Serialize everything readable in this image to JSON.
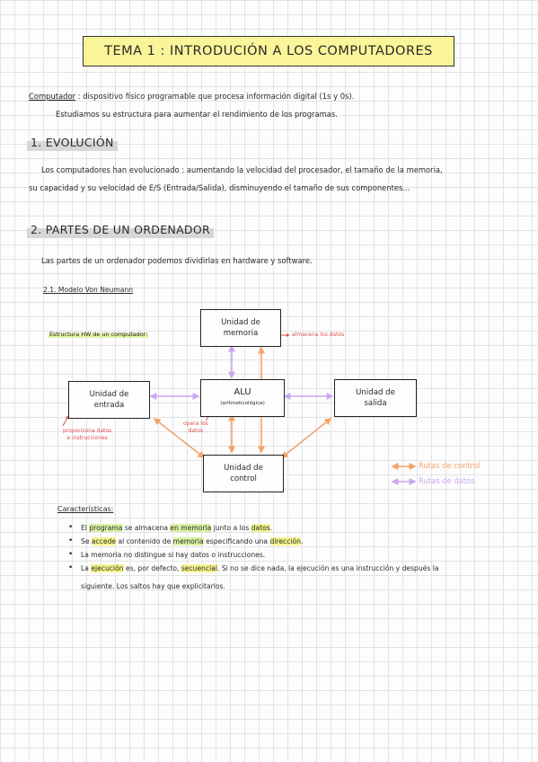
{
  "title": "TEMA 1 : INTRODUCIÓN A LOS COMPUTADORES",
  "definition": {
    "term": "Computador",
    "line1": ": dispositivo físico programable que procesa información digital (1s y 0s).",
    "line2": "Estudiamos su estructura para aumentar el rendimiento de los programas."
  },
  "section1": {
    "heading": "1. EVOLUCIÓN",
    "line1": "Los computadores han evolucionado : aumentando la velocidad del procesador, el tamaño de la memoria,",
    "line2": "su capacidad y su velocidad de E/S (Entrada/Salida), disminuyendo el tamaño de sus componentes..."
  },
  "section2": {
    "heading": "2. PARTES DE UN ORDENADOR",
    "intro": "Las partes de un ordenador podemos dividirlas en hardware y software.",
    "subheading": "2.1. Modelo Von Neumann",
    "diagram": {
      "note": "Estructura HW de un computador:",
      "memory": {
        "line1": "Unidad de",
        "line2": "memoria"
      },
      "input": {
        "line1": "Unidad de",
        "line2": "entrada"
      },
      "alu": {
        "line1": "ALU",
        "line2": "(aritmeticológica)"
      },
      "output": {
        "line1": "Unidad de",
        "line2": "salida"
      },
      "control": {
        "line1": "Unidad de",
        "line2": "control"
      },
      "mem_note": "almacena los datos",
      "input_note1": "proporciona datos",
      "input_note2": "e instrucciones",
      "alu_note1": "opera los",
      "alu_note2": "datos",
      "legend_control": "Rutas de control",
      "legend_data": "Rutas de datos",
      "colors": {
        "control": "#f4a36a",
        "data": "#c9a7f0",
        "note_red": "#d9534f"
      }
    },
    "characteristics": {
      "heading": "Características:",
      "items": [
        {
          "a": "El ",
          "b": "programa",
          "c": " se almacena ",
          "d": "en memoria",
          "e": " junto a los ",
          "f": "datos",
          "g": "."
        },
        {
          "a": "Se ",
          "b": "accede",
          "c": " al contenido de ",
          "d": "memoria",
          "e": " especificando una ",
          "f": "dirección",
          "g": "."
        },
        {
          "a": "La memoria no distingue si hay datos o instrucciones.",
          "b": "",
          "c": "",
          "d": "",
          "e": "",
          "f": "",
          "g": ""
        },
        {
          "a": "La ",
          "b": "ejecución",
          "c": " es, por defecto, ",
          "d": "secuencial",
          "e": ". Si no se dice nada, la ejecución es una instrucción y después la",
          "f": "",
          "g": ""
        }
      ],
      "last_line": "siguiente. Los saltos hay que explicitarlos."
    }
  }
}
